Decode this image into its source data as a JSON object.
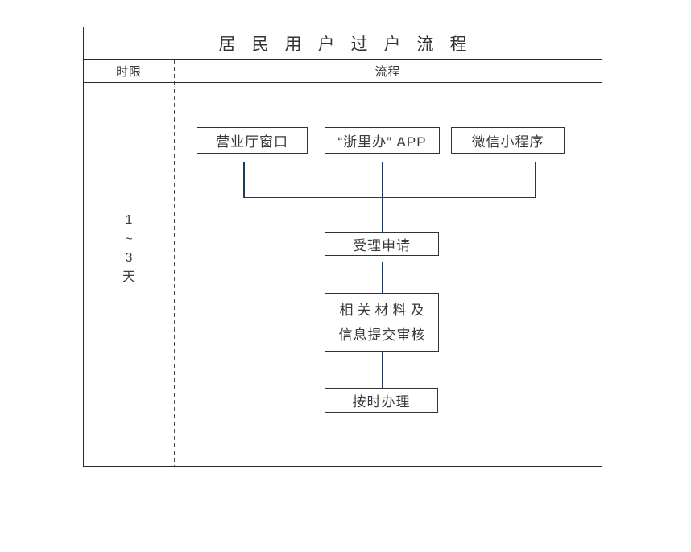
{
  "chart": {
    "title": "居民用户过户流程",
    "header": {
      "time_col": "时限",
      "flow_col": "流程"
    },
    "time_limit": {
      "lines": [
        "1",
        "~",
        "3",
        "天"
      ]
    },
    "channels": [
      "营业厅窗口",
      "“浙里办” APP",
      "微信小程序"
    ],
    "steps": {
      "accept": "受理申请",
      "review_line1": "相关材料及",
      "review_line2": "信息提交审核",
      "process": "按时办理"
    },
    "colors": {
      "connector": "#1e3a5a",
      "frame_border": "#2a2a2a",
      "box_border": "#333333",
      "text": "#3a3a3a",
      "background": "#ffffff"
    }
  }
}
